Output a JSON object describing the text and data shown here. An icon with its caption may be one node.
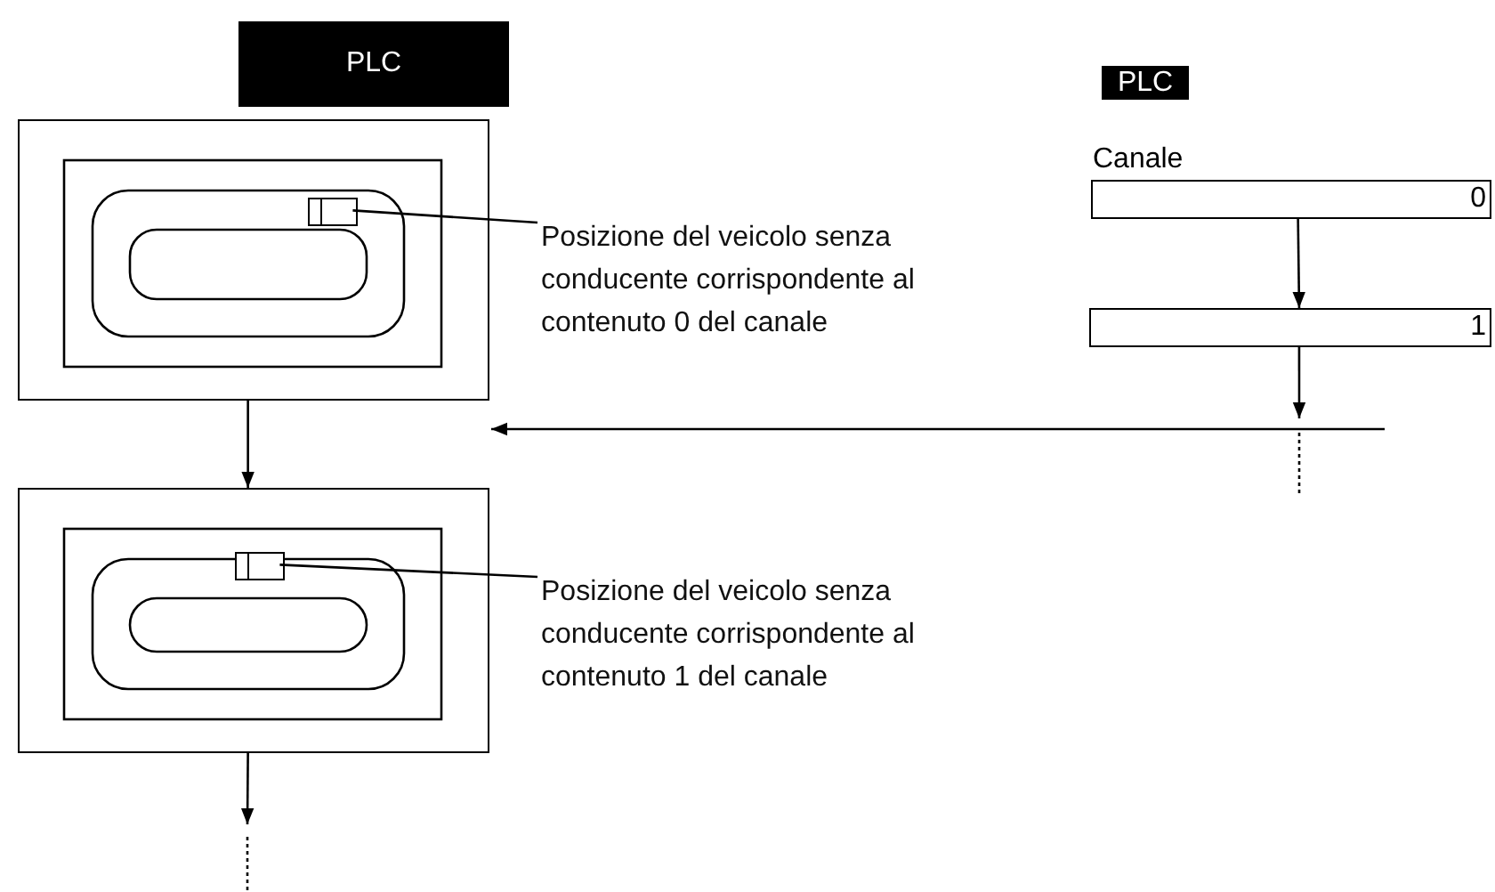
{
  "diagram": {
    "nodes": [
      {
        "text": [
          "PLC"
        ]
      },
      {
        "text": [
          "PLC"
        ]
      },
      {
        "text": [],
        "shape": "picture"
      },
      {
        "text": [],
        "shape": "box",
        "in": 2
      },
      {
        "text": [
          "Posizione del veicolo senza conducente corrispondente al contenuto 0 del canale"
        ]
      },
      {
        "text": [
          "Canale",
          "0"
        ]
      },
      {
        "text": [
          "1"
        ]
      },
      {
        "text": [],
        "shape": "picture"
      },
      {
        "text": [],
        "shape": "box",
        "in": 7
      },
      {
        "text": [
          "Posizione del veicolo senza conducente corrispondente al contenuto 1 del canale"
        ]
      }
    ],
    "edges": [
      {
        "from": 4,
        "to": 3,
        "arrow": "none"
      },
      {
        "from": 2,
        "to": 7,
        "arrow": "to"
      },
      {
        "from": 9,
        "to": 8,
        "arrow": "none"
      },
      {
        "from": 7,
        "to": null,
        "arrow": "to"
      },
      {
        "from": 5,
        "to": 6,
        "arrow": "to"
      },
      {
        "from": 6,
        "to": null,
        "arrow": "to"
      },
      {
        "from": null,
        "to": 2,
        "arrow": "to"
      }
    ]
  }
}
